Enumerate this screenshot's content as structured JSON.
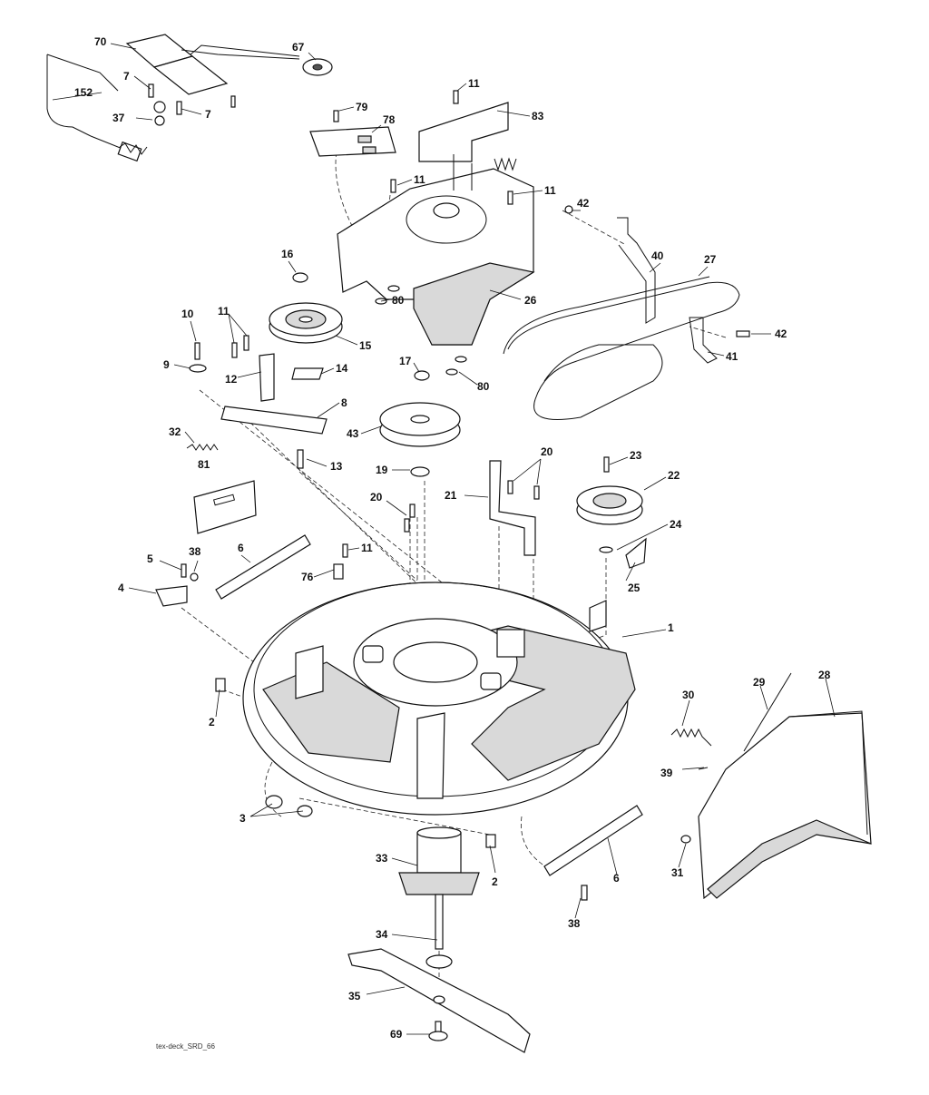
{
  "diagram": {
    "caption": "tex-deck_SRD_66",
    "callouts": {
      "c70": "70",
      "c67": "67",
      "c152": "152",
      "c7a": "7",
      "c7b": "7",
      "c37": "37",
      "c11a": "11",
      "c79": "79",
      "c78": "78",
      "c83": "83",
      "c11b": "11",
      "c11c": "11",
      "c42a": "42",
      "c40": "40",
      "c27": "27",
      "c42b": "42",
      "c41": "41",
      "c16": "16",
      "c10": "10",
      "c11d": "11",
      "c15": "15",
      "c80a": "80",
      "c26": "26",
      "c9": "9",
      "c12": "12",
      "c14": "14",
      "c17": "17",
      "c80b": "80",
      "c8": "8",
      "c32": "32",
      "c43": "43",
      "c13": "13",
      "c81": "81",
      "c19": "19",
      "c20a": "20",
      "c20b": "20",
      "c21": "21",
      "c23": "23",
      "c22": "22",
      "c24": "24",
      "c5": "5",
      "c38a": "38",
      "c6a": "6",
      "c11e": "11",
      "c76": "76",
      "c4": "4",
      "c25": "25",
      "c1": "1",
      "c2a": "2",
      "c30": "30",
      "c29": "29",
      "c28": "28",
      "c39": "39",
      "c3": "3",
      "c31": "31",
      "c33": "33",
      "c2b": "2",
      "c6b": "6",
      "c38b": "38",
      "c34": "34",
      "c35": "35",
      "c69": "69"
    }
  }
}
